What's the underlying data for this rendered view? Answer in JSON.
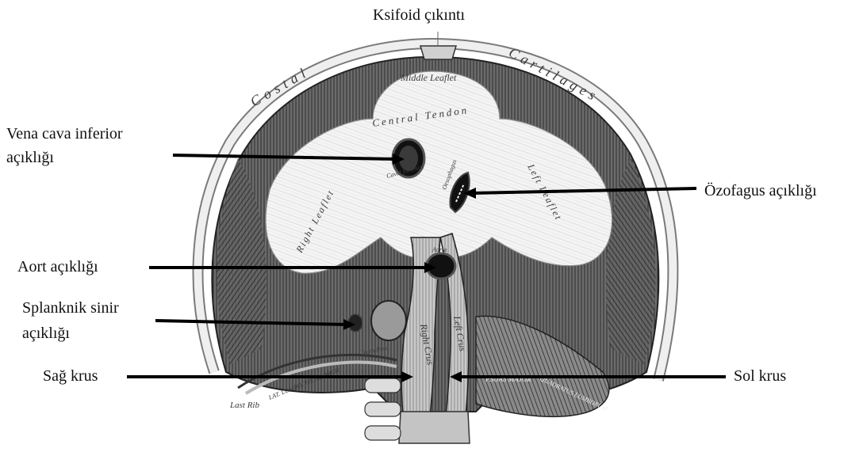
{
  "labels": {
    "xiphoid": "Ksifoid çıkıntı",
    "vena_cava_line1": "Vena cava inferior",
    "vena_cava_line2": "açıklığı",
    "esophagus": "Özofagus açıklığı",
    "aortic": "Aort açıklığı",
    "splanchnic_line1": "Splanknik sinir",
    "splanchnic_line2": "açıklığı",
    "right_crus": "Sağ krus",
    "left_crus": "Sol krus"
  },
  "engraving_text": {
    "costal": "Costal",
    "cartilages": "Cartilages",
    "middle_leaflet": "Middle Leaflet",
    "central_tendon": "Central Tendon",
    "right_leaflet": "Right Leaflet",
    "left_leaflet": "Left Leaflet",
    "caval_foramen": "Caval foramen",
    "oesophagus": "Oesophagus",
    "aorta": "Aorta",
    "right_crus": "Right Crus",
    "left_crus": "Left Crus",
    "last_rib": "Last Rib",
    "lat_lumbocostal_arch": "LAT. LUMBOCOSTAL ARCH",
    "trans_proc": "Trans.Proc.",
    "psoas_major": "PSOAS MAJOR",
    "quadratus_lumborum": "QUADRATUS LUMBORUM"
  },
  "colors": {
    "muscle_dark": "#555555",
    "tendon_light": "#f2f2f2",
    "arrow": "#000000",
    "background": "#ffffff"
  }
}
